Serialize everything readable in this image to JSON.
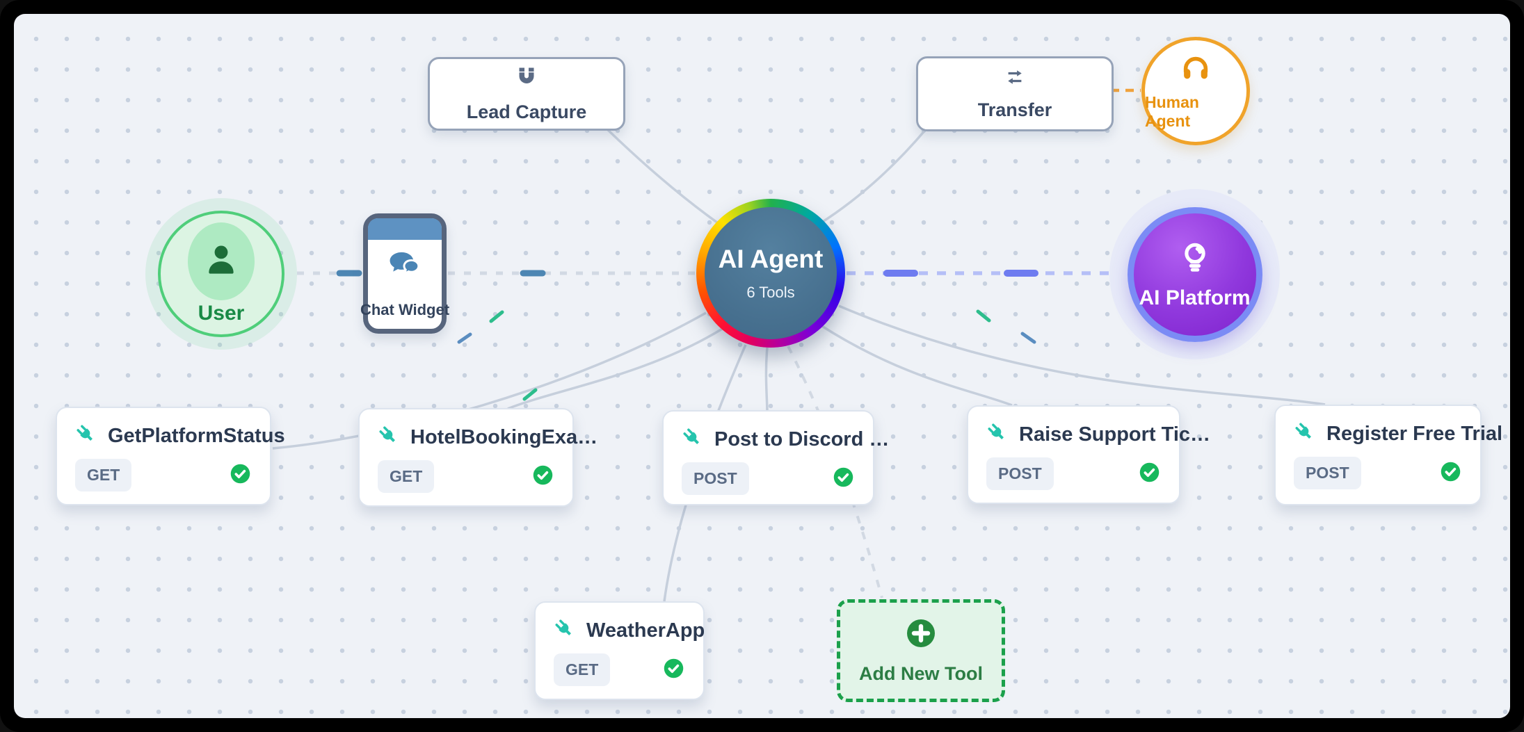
{
  "canvas": {
    "background_color": "#eff2f7",
    "dot_color": "#c7d1df",
    "frame_color": "#000000"
  },
  "nodes": {
    "lead_capture": {
      "label": "Lead Capture",
      "icon": "magnet-icon"
    },
    "transfer": {
      "label": "Transfer",
      "icon": "transfer-arrows-icon"
    },
    "human_agent": {
      "label": "Human Agent",
      "icon": "headset-icon",
      "accent": "#f0a32a"
    },
    "user": {
      "label": "User",
      "icon": "person-icon",
      "accent": "#4fce7a"
    },
    "chat_widget": {
      "label": "Chat Widget",
      "icon": "chat-bubbles-icon",
      "accent": "#5e92c2"
    },
    "ai_agent": {
      "label": "AI Agent",
      "subtitle": "6 Tools",
      "ring": "rainbow-conic",
      "fill": "#47708f"
    },
    "ai_platform": {
      "label": "AI Platform",
      "icon": "lightbulb-icon",
      "accent": "#8c30db",
      "border": "#7b8bf5"
    },
    "add_new_tool": {
      "label": "Add New Tool",
      "icon": "plus-circle-icon",
      "accent": "#1ba04b"
    }
  },
  "tools": [
    {
      "title": "GetPlatformStatus",
      "method": "GET",
      "status": "verified",
      "status_icon": "check-circle-icon"
    },
    {
      "title": "HotelBookingExa…",
      "method": "GET",
      "status": "verified",
      "status_icon": "check-circle-icon"
    },
    {
      "title": "Post to Discord …",
      "method": "POST",
      "status": "verified",
      "status_icon": "check-circle-icon"
    },
    {
      "title": "Raise Support Tic…",
      "method": "POST",
      "status": "verified",
      "status_icon": "check-circle-icon"
    },
    {
      "title": "Register Free Trial",
      "method": "POST",
      "status": "verified",
      "status_icon": "check-circle-icon"
    },
    {
      "title": "WeatherApp",
      "method": "GET",
      "status": "verified",
      "status_icon": "check-circle-icon"
    }
  ],
  "edges": [
    {
      "from": "lead_capture",
      "to": "ai_agent",
      "style": "solid-gray"
    },
    {
      "from": "transfer",
      "to": "ai_agent",
      "style": "solid-gray"
    },
    {
      "from": "transfer",
      "to": "human_agent",
      "style": "dashed-orange"
    },
    {
      "from": "user",
      "to": "chat_widget",
      "style": "dashed-gray-animated"
    },
    {
      "from": "chat_widget",
      "to": "ai_agent",
      "style": "dashed-gray-animated"
    },
    {
      "from": "ai_agent",
      "to": "ai_platform",
      "style": "dashed-periwinkle-animated"
    },
    {
      "from": "ai_agent",
      "to": "GetPlatformStatus",
      "style": "solid-gray"
    },
    {
      "from": "ai_agent",
      "to": "HotelBookingExa…",
      "style": "solid-gray"
    },
    {
      "from": "ai_agent",
      "to": "Post to Discord …",
      "style": "solid-gray"
    },
    {
      "from": "ai_agent",
      "to": "Raise Support Tic…",
      "style": "solid-gray"
    },
    {
      "from": "ai_agent",
      "to": "Register Free Trial",
      "style": "solid-gray"
    },
    {
      "from": "ai_agent",
      "to": "WeatherApp",
      "style": "solid-gray"
    },
    {
      "from": "ai_agent",
      "to": "add_new_tool",
      "style": "dashed-gray"
    }
  ],
  "colors": {
    "edge_solid": "#c6cfdc",
    "edge_dashed": "#d2d9e3",
    "edge_periwinkle": "#b5bff7",
    "packet_blue": "#4d86b3",
    "packet_periwinkle": "#6e7cf0",
    "tick_green": "#2dbd8c",
    "tick_blue": "#5a8dc0",
    "plug_teal": "#25c4ad",
    "check_green": "#17b85c",
    "method_badge_bg": "#edf1f7",
    "method_badge_text": "#5a6b85"
  }
}
